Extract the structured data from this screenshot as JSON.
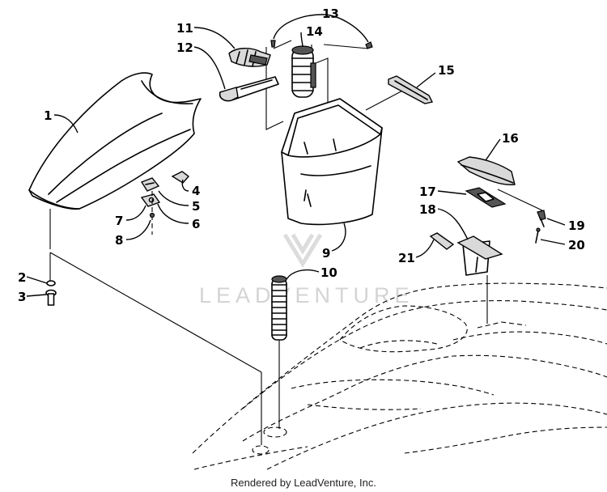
{
  "callouts": {
    "c1": "1",
    "c2": "2",
    "c3": "3",
    "c4": "4",
    "c5": "5",
    "c6": "6",
    "c7": "7",
    "c8": "8",
    "c9": "9",
    "c10": "10",
    "c11": "11",
    "c12": "12",
    "c13": "13",
    "c14": "14",
    "c15": "15",
    "c16": "16",
    "c17": "17",
    "c18": "18",
    "c19": "19",
    "c20": "20",
    "c21": "21"
  },
  "watermark": "LEADVENTURE",
  "footer": "Rendered by LeadVenture, Inc."
}
